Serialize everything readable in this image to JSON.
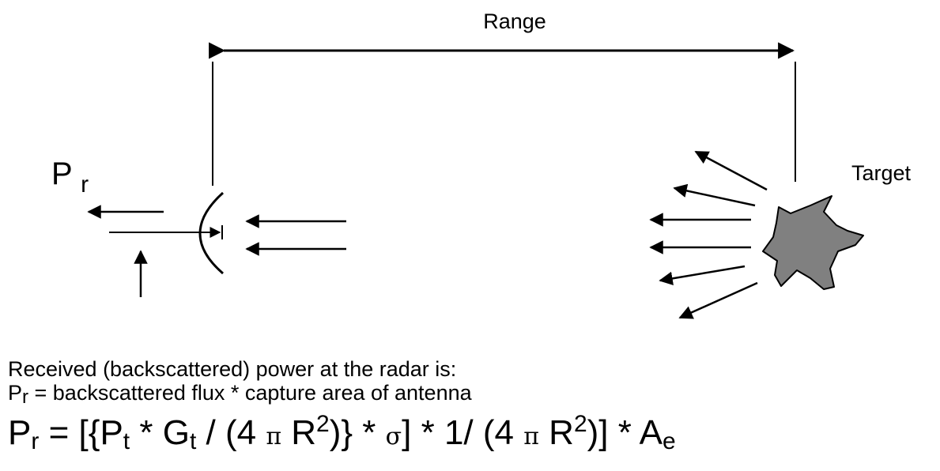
{
  "labels": {
    "range": "Range",
    "target": "Target",
    "pr_symbol": "P",
    "pr_subscript": "r"
  },
  "caption": {
    "line1": "Received (backscattered) power at the radar is:",
    "line2_symbol": "P",
    "line2_subscript": "r",
    "line2_rest": " = backscattered flux * capture area of antenna"
  },
  "formula": {
    "pr": "P",
    "pr_sub": "r",
    "eq_open": " = [{",
    "pt": "P",
    "pt_sub": "t",
    "mult1": " * ",
    "gt": "G",
    "gt_sub": "t",
    "div1": " / (4 ",
    "pi1": "π",
    "r1": " R",
    "sq1": "2",
    "close1": ")} * ",
    "sigma": "σ",
    "close2": "]  * 1/ (4 ",
    "pi2": "π",
    "r2": " R",
    "sq2": "2",
    "close3": ")] * A",
    "ae_sub": "e"
  },
  "colors": {
    "line": "#000000",
    "target_fill": "#808080",
    "background": "#ffffff"
  },
  "icons": {
    "antenna": "dish-antenna-icon",
    "target": "irregular-target-blob-icon"
  }
}
